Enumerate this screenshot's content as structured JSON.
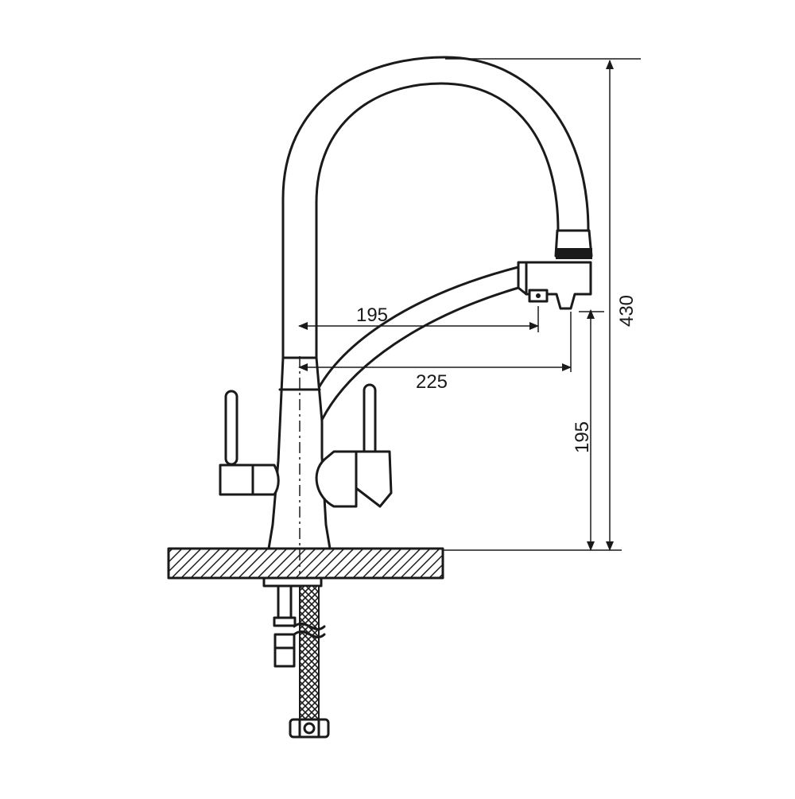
{
  "drawing": {
    "subject": "faucet-side-elevation",
    "dimensions": {
      "spout_reach_filter": "195",
      "spout_reach_main": "225",
      "spout_height": "195",
      "total_height": "430"
    },
    "colors": {
      "line": "#1a1a1a",
      "background": "#ffffff"
    }
  }
}
